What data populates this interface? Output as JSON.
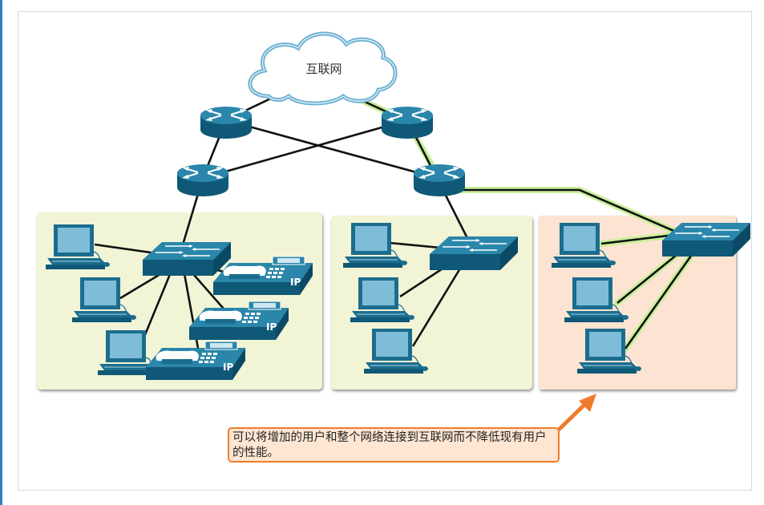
{
  "diagram": {
    "cloud_label": "互联网",
    "phone_badge": "IP",
    "callout_text": "可以将增加的用户和整个网络连接到互联网而不降低现有用户的性能。"
  },
  "colors": {
    "device_blue": "#1b6d8e",
    "panel_green": "#f2f4d6",
    "panel_peach": "#fde4d2",
    "accent_orange": "#ef7c2c",
    "link_black": "#111111",
    "highlight_green": "#c9ef9a"
  }
}
